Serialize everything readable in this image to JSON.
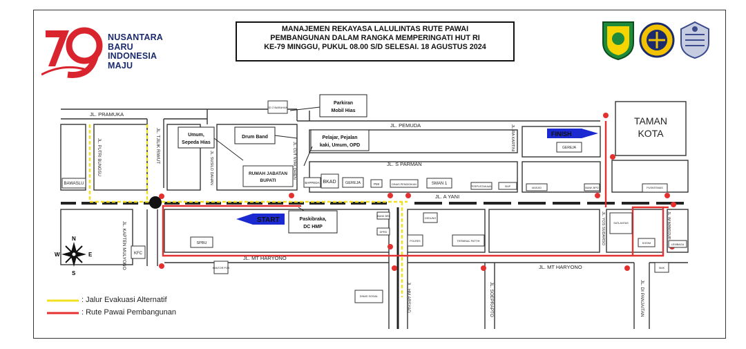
{
  "header": {
    "brand_lines": [
      "NUSANTARA",
      "BARU",
      "INDONESIA",
      "MAJU"
    ],
    "title_lines": [
      "MANAJEMEN REKAYASA LALULINTAS RUTE PAWAI",
      "PEMBANGUNAN DALAM RANGKA MEMPERINGATI HUT RI",
      "KE-79 MINGGU, PUKUL 08.00 S/D SELESAI. 18 AGUSTUS 2024"
    ],
    "logo_number": "79"
  },
  "streets": {
    "pramuka": "JL. PRAMUKA",
    "pemuda": "JL. PEMUDA",
    "s_parman": "JL. S PARMAN",
    "a_yani": "JL. A YANI",
    "mt_haryono_w": "JL. MT HARYONO",
    "mt_haryono_e": "JL. MT HARYONO",
    "putri_bungsu": "JL. PUTRI BUNGSU",
    "tjilik_riwut": "JL. TJILIK RIWUT",
    "kapten_mulyono": "JL. KAPTEN MULYONO",
    "suseno": "JL. SUSILO DAHAN",
    "cut_nyak_dhien": "JL. CUT NYAK DHIEN",
    "ra_kartini": "JL. RA KARTINI",
    "yos_sudarso": "JL. YOS SUDARSO",
    "imam_bonjol": "JL. IM MANSOUR",
    "hm_arsyad": "JL. HM ARSYAD",
    "soeprapto": "JL. SOEPRAPTO",
    "di_panjaitan": "JL. DI PANJAITAN"
  },
  "callouts": {
    "parkiran": [
      "Parkiran",
      "Mobil Hias"
    ],
    "umum": [
      "Umum,",
      "Sepeda Hias"
    ],
    "drum_band": [
      "Drum Band"
    ],
    "pelajar": [
      "Pelajar, Pejalan",
      "kaki, Umum, OPD"
    ],
    "paskibraka": [
      "Paskibraka,",
      "DC HMP"
    ]
  },
  "places": {
    "taman_kota": [
      "TAMAN",
      "KOTA"
    ],
    "rumah_jabatan": [
      "RUMAH JABATAN",
      "BUPATI"
    ],
    "bawaslu": "BAWASLU",
    "bkad": "BKAD",
    "gereja_1": "GEREJA",
    "gereja_2": "GEREJA",
    "sman1": "SMAN 1",
    "spbu": "SPBU",
    "kfc": "KFC",
    "bappeda": "BAPPEDA",
    "pm": "PMI",
    "sd2": "SD 2 BARAHAN",
    "dinas": "DINAS PENDIDIKAN",
    "perpustakaan": "PERPUSTAKAAN",
    "rumah_sakit": "TERMINAL PATTIH",
    "bank": "BANK BPD",
    "hotel": "SATLANTAS",
    "kodim": "KODIM",
    "polres": "POLRES",
    "kantor_pos": "KANTOR POS",
    "bank_bri": "BANK BRI",
    "dprd": "DPRD",
    "lembaga": "LEMBAGA",
    "gedung": "GEDUNG",
    "smp": "SMP",
    "masjid": "MASJID",
    "puskesmas": "PUSKESMAS",
    "dinsos": "DINAS SOSIAL",
    "smk": "SMK"
  },
  "markers": {
    "start": "START",
    "finish": "FINISH"
  },
  "compass": {
    "n": "N",
    "s": "S",
    "e": "E",
    "w": "W"
  },
  "legend": {
    "evacuation": ": Jalur Evakuasi Alternatif",
    "route": ": Rute Pawai Pembangunan",
    "evac_color": "#f0e020",
    "route_color": "#e53030"
  }
}
